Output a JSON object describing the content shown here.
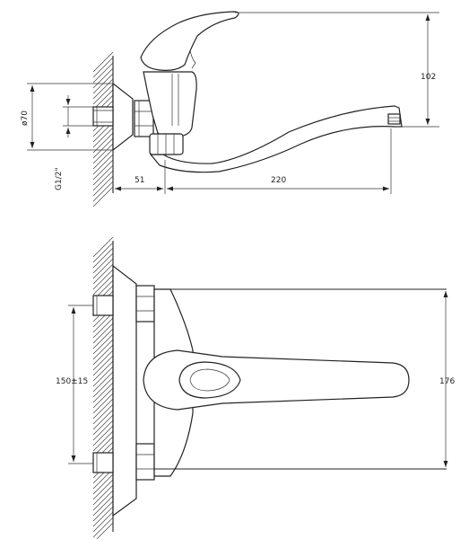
{
  "dimensions": {
    "spout_height": "102",
    "flange_diameter": "ø70",
    "thread": "G1/2\"",
    "wall_offset": "51",
    "spout_reach": "220",
    "center_distance": "150±15",
    "total_width": "176"
  }
}
